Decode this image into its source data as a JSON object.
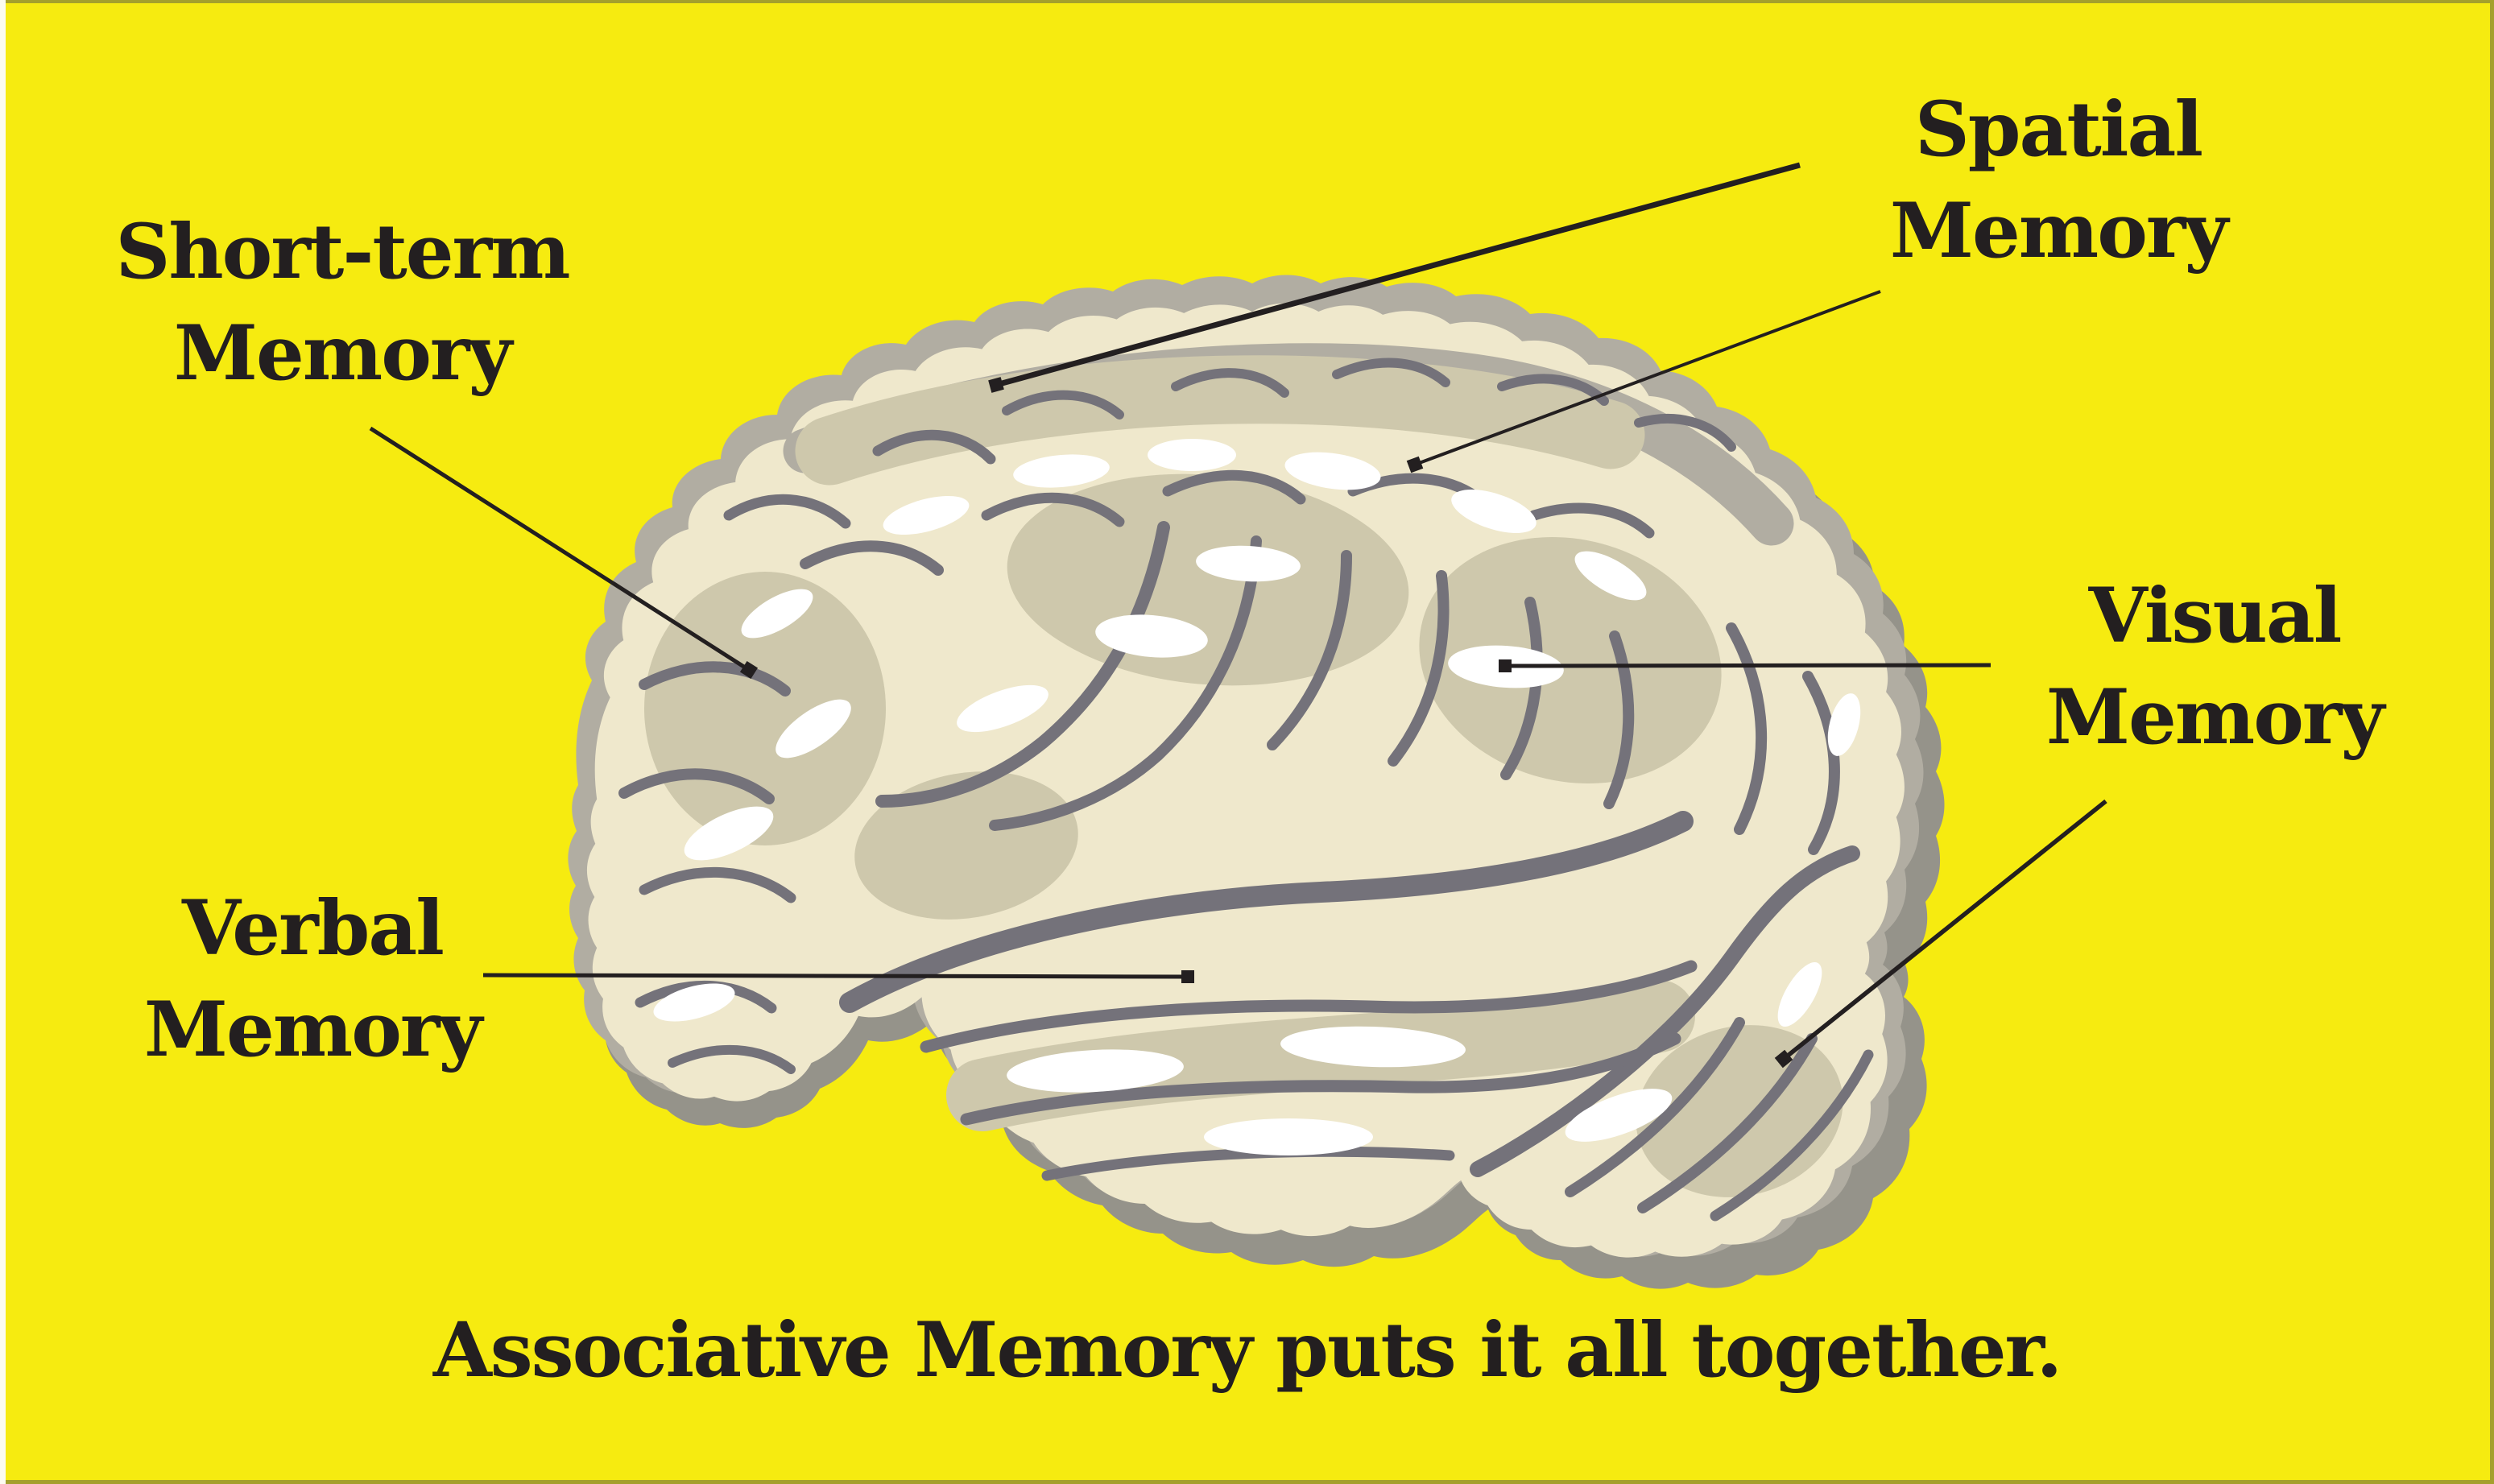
{
  "page": {
    "background_color": "#F6EB10",
    "frame_color": "#A4A02C",
    "frame_left_color": "#FCFCF0",
    "text_color": "#231F20"
  },
  "diagram": {
    "caption": "Associative Memory puts it all together.",
    "labels": {
      "short_term": {
        "line1": "Short-term",
        "line2": "Memory"
      },
      "spatial": {
        "line1": "Spatial",
        "line2": "Memory"
      },
      "visual": {
        "line1": "Visual",
        "line2": "Memory"
      },
      "verbal": {
        "line1": "Verbal",
        "line2": "Memory"
      }
    },
    "illustration": {
      "name": "human-brain-lateral-view",
      "colors": {
        "cortex_cream": "#EFE8CC",
        "fold_beige": "#CEC8AC",
        "sulci_gray": "#74727A",
        "rim_gray": "#B1ADA2",
        "shadow_gray": "#95938A",
        "highlight_white": "#FFFFFF",
        "leader_line": "#231F20"
      }
    }
  }
}
